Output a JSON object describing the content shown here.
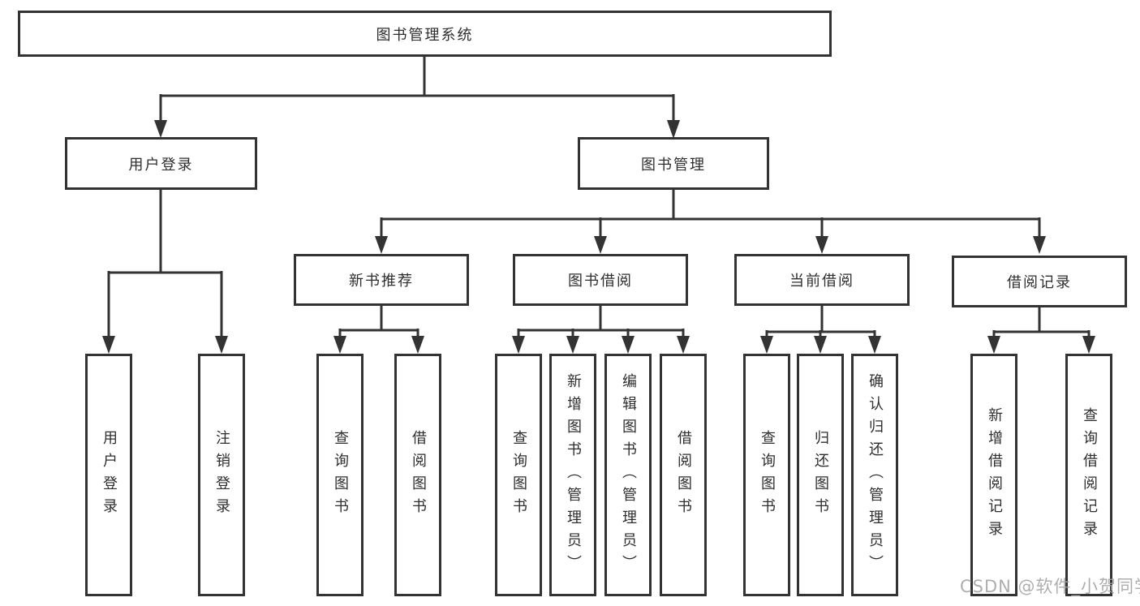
{
  "diagram": {
    "type": "function-tree",
    "root": {
      "label": "图书管理系统",
      "children": [
        {
          "label": "用户登录",
          "children": [
            {
              "label": "用户登录"
            },
            {
              "label": "注销登录"
            }
          ]
        },
        {
          "label": "图书管理",
          "children": [
            {
              "label": "新书推荐",
              "children": [
                {
                  "label": "查询图书"
                },
                {
                  "label": "借阅图书"
                }
              ]
            },
            {
              "label": "图书借阅",
              "children": [
                {
                  "label": "查询图书"
                },
                {
                  "label": "新增图书（管理员）"
                },
                {
                  "label": "编辑图书（管理员）"
                },
                {
                  "label": "借阅图书"
                }
              ]
            },
            {
              "label": "当前借阅",
              "children": [
                {
                  "label": "查询图书"
                },
                {
                  "label": "归还图书"
                },
                {
                  "label": "确认归还（管理员）"
                }
              ]
            },
            {
              "label": "借阅记录",
              "children": [
                {
                  "label": "新增借阅记录"
                },
                {
                  "label": "查询借阅记录"
                }
              ]
            }
          ]
        }
      ]
    }
  },
  "watermark": {
    "text": "CSDN @软件_小贺同学"
  },
  "colors": {
    "line": "#333333",
    "box_border": "#333333",
    "text": "#2e2e2e",
    "background": "#ffffff",
    "watermark": "#a5a5a5"
  }
}
